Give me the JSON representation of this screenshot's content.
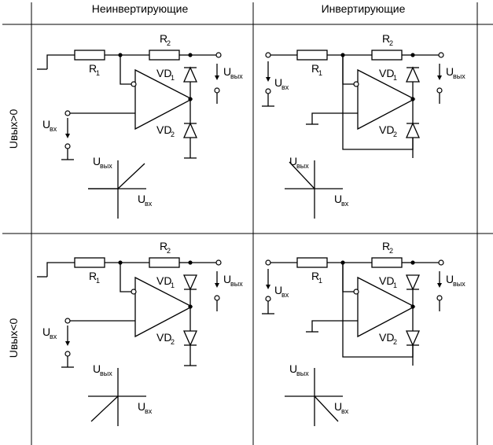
{
  "columns": [
    "Неинвертирующие",
    "Инвертирующие"
  ],
  "rows": [
    "Uвых>0",
    "Uвых<0"
  ],
  "labels": {
    "r1_main": "R",
    "r1_sub": "1",
    "r2_main": "R",
    "r2_sub": "2",
    "vd1_main": "VD",
    "vd1_sub": "1",
    "vd2_main": "VD",
    "vd2_sub": "2",
    "u_main": "U",
    "vx_sub": "вх",
    "vyx_sub": "вых"
  }
}
